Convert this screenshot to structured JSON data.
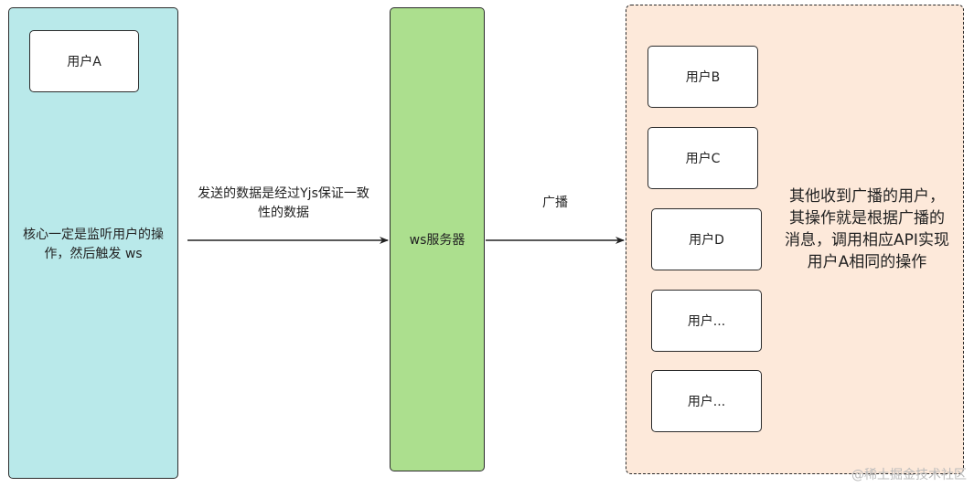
{
  "left_panel": {
    "user_box": "用户A",
    "description": "核心一定是监听用户的操作，然后触发 ws"
  },
  "arrow_left": {
    "label": "发送的数据是经过Yjs保证一致性的数据"
  },
  "server": {
    "label": "ws服务器"
  },
  "arrow_right": {
    "label": "广播"
  },
  "right_panel": {
    "users": [
      "用户B",
      "用户C",
      "用户D",
      "用户...",
      "用户..."
    ],
    "description": "其他收到广播的用户，其操作就是根据广播的消息，调用相应API实现用户A相同的操作"
  },
  "watermark": "@稀土掘金技术社区",
  "colors": {
    "left_panel": "#b9e9ea",
    "server_panel": "#acdf8e",
    "right_panel": "#fde9da"
  }
}
